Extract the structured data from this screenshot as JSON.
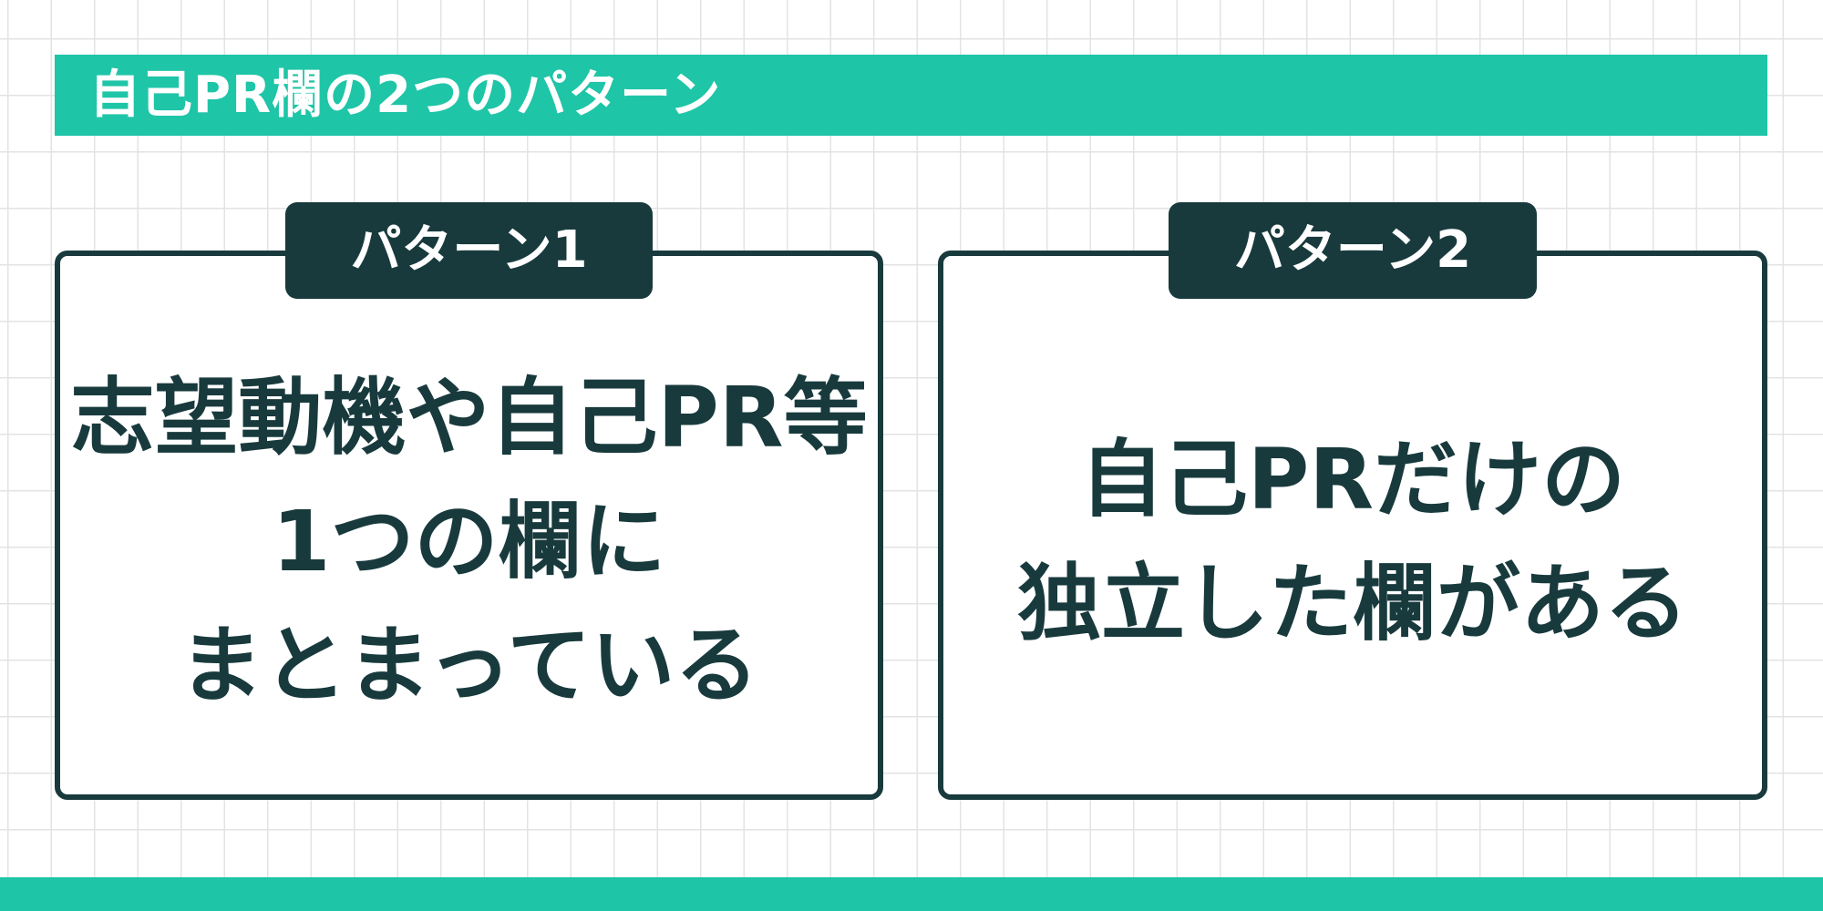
{
  "header": {
    "title": "自己PR欄の2つのパターン"
  },
  "patterns": [
    {
      "tab_label": "パターン1",
      "lines": [
        "志望動機や自己PR等",
        "1つの欄に",
        "まとまっている"
      ]
    },
    {
      "tab_label": "パターン2",
      "lines": [
        "自己PRだけの",
        "独立した欄がある"
      ]
    }
  ],
  "colors": {
    "accent_teal": "#1fc5a7",
    "dark_teal": "#183a3d",
    "background": "#ffffff",
    "grid_line": "#e3e3e3"
  }
}
